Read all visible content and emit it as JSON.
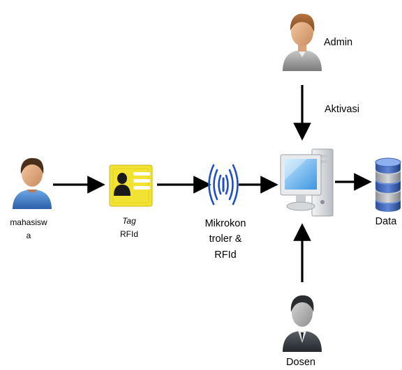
{
  "nodes": {
    "mahasiswa": {
      "label_line1": "mahasisw",
      "label_line2": "a",
      "icon": "student-user-icon"
    },
    "tag": {
      "label_italic": "Tag",
      "label_line2": "RFId",
      "icon": "id-card-icon",
      "color": "#f2e234"
    },
    "mikrokontroler": {
      "label_line1": "Mikrokon",
      "label_line2": "troler &",
      "label_line3": "RFId",
      "icon": "rfid-signal-icon",
      "color": "#1f4fc8"
    },
    "computer": {
      "icon": "desktop-computer-icon"
    },
    "data": {
      "label": "Data",
      "icon": "database-icon"
    },
    "admin": {
      "label": "Admin",
      "icon": "admin-user-icon"
    },
    "dosen": {
      "label": "Dosen",
      "icon": "lecturer-user-icon"
    }
  },
  "edges": {
    "admin_to_computer": {
      "label": "Aktivasi"
    }
  }
}
